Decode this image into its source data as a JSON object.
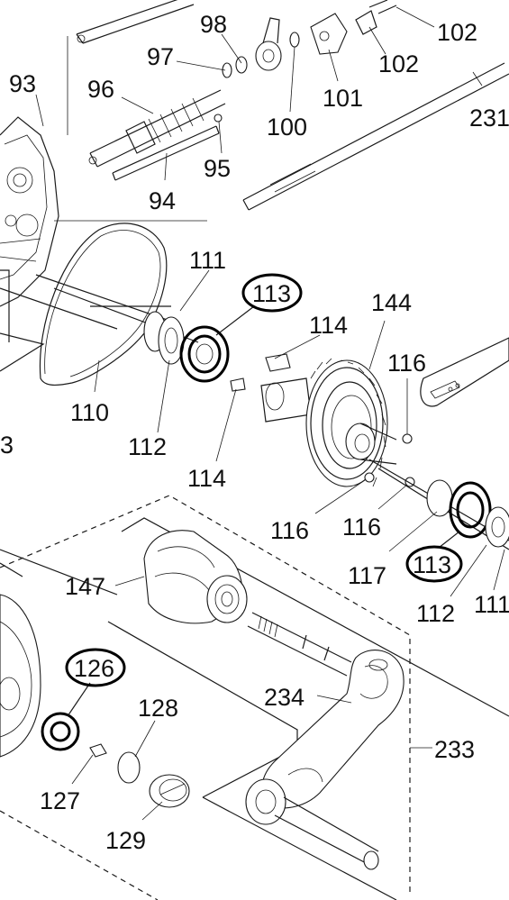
{
  "diagram": {
    "part_labels": {
      "p93": "93",
      "p96": "96",
      "p97": "97",
      "p98": "98",
      "p100": "100",
      "p101": "101",
      "p102a": "102",
      "p102b": "102",
      "p231": "231",
      "p95": "95",
      "p94": "94",
      "p111a": "111",
      "p113a": "113",
      "p114a": "114",
      "p144": "144",
      "p116a": "116",
      "p110": "110",
      "p112a": "112",
      "p114b": "114",
      "p3": "3",
      "p116b": "116",
      "p116c": "116",
      "p117": "117",
      "p113b": "113",
      "p112b": "112",
      "p111b": "111",
      "p147": "147",
      "p126": "126",
      "p128": "128",
      "p234": "234",
      "p233": "233",
      "p127": "127",
      "p129": "129"
    },
    "highlighted_parts": [
      "113",
      "113",
      "126"
    ],
    "highlight_color": "#000000",
    "line_color": "#1a1a1a"
  }
}
